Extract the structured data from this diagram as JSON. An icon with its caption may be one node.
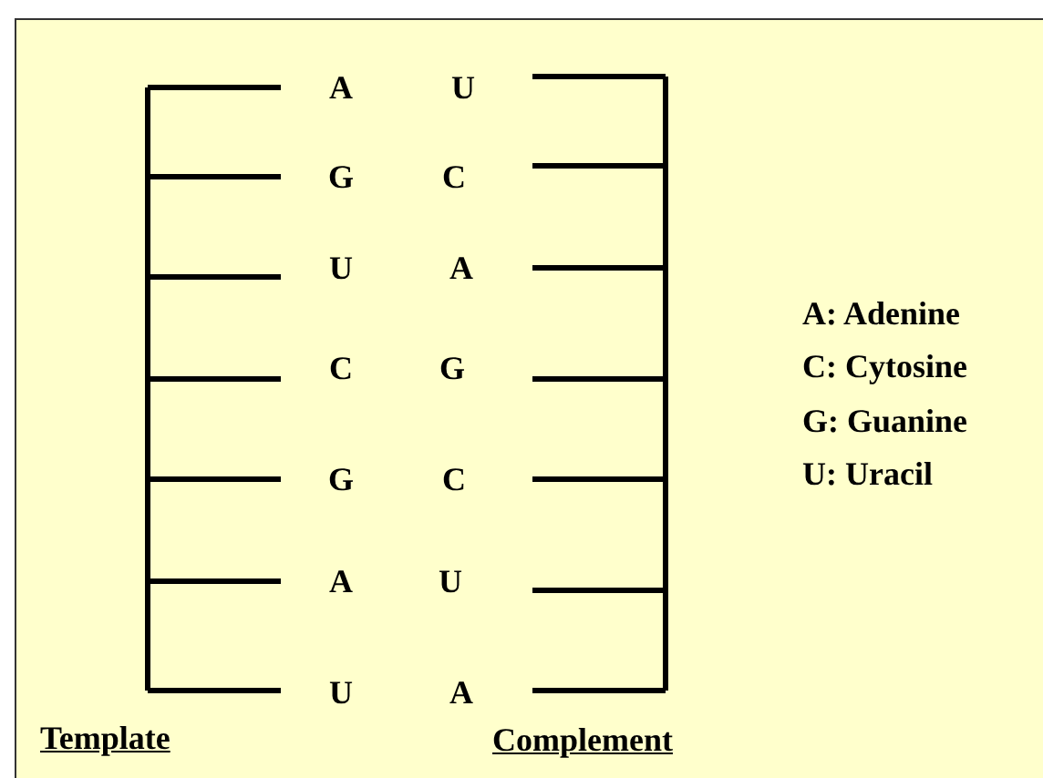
{
  "diagram": {
    "labels": [
      "A",
      "U",
      "G",
      "C",
      "U",
      "A",
      "C",
      "G",
      "G",
      "C",
      "A",
      "U",
      "U",
      "A",
      "A: Adenine",
      "C: Cytosine",
      "G: Guanine",
      "U: Uracil",
      "Template",
      "Complement"
    ]
  }
}
